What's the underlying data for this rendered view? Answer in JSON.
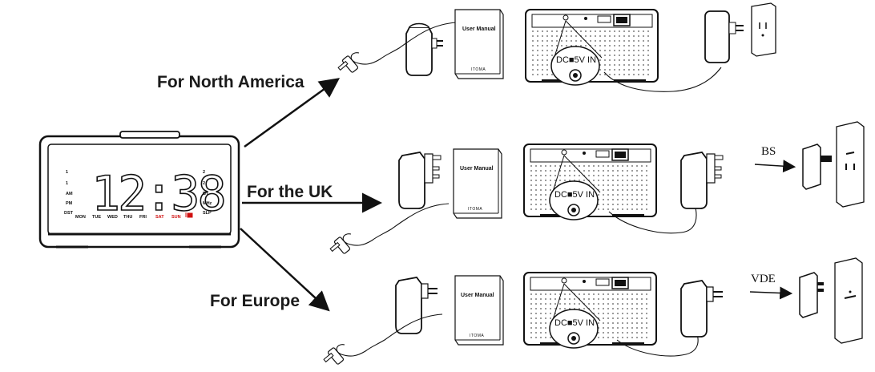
{
  "regions": [
    {
      "label": "For North America"
    },
    {
      "label": "For the UK",
      "plug_standard": "BS"
    },
    {
      "label": "For Europe",
      "plug_standard": "VDE"
    }
  ],
  "manual": {
    "title": "User Manual",
    "brand": "ITOMA"
  },
  "dc_jack_label": "DC■5V IN",
  "clock": {
    "time": "12:38",
    "left_indicators": [
      "1",
      "1",
      "AM",
      "PM",
      "DST"
    ],
    "right_indicators": [
      "2",
      "2",
      "BT",
      "MHz",
      "SLP"
    ],
    "days": [
      "MON",
      "TUE",
      "WED",
      "THU",
      "FRI",
      "SAT",
      "SUN"
    ],
    "weekend_color": "#d01010"
  }
}
